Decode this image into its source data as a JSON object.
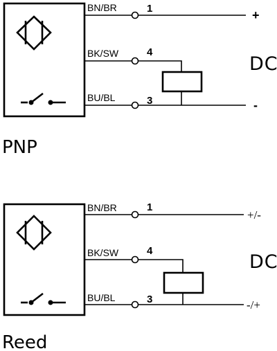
{
  "diagrams": [
    {
      "title": "PNP",
      "wires": [
        {
          "label": "BN/BR",
          "pin": "1"
        },
        {
          "label": "BK/SW",
          "pin": "4"
        },
        {
          "label": "BU/BL",
          "pin": "3"
        }
      ],
      "supply_label": "DC",
      "top_terminal": "+",
      "bottom_terminal": "-"
    },
    {
      "title": "Reed",
      "wires": [
        {
          "label": "BN/BR",
          "pin": "1"
        },
        {
          "label": "BK/SW",
          "pin": "4"
        },
        {
          "label": "BU/BL",
          "pin": "3"
        }
      ],
      "supply_label": "DC",
      "top_terminal": "+/-",
      "bottom_terminal": "-/+"
    }
  ]
}
